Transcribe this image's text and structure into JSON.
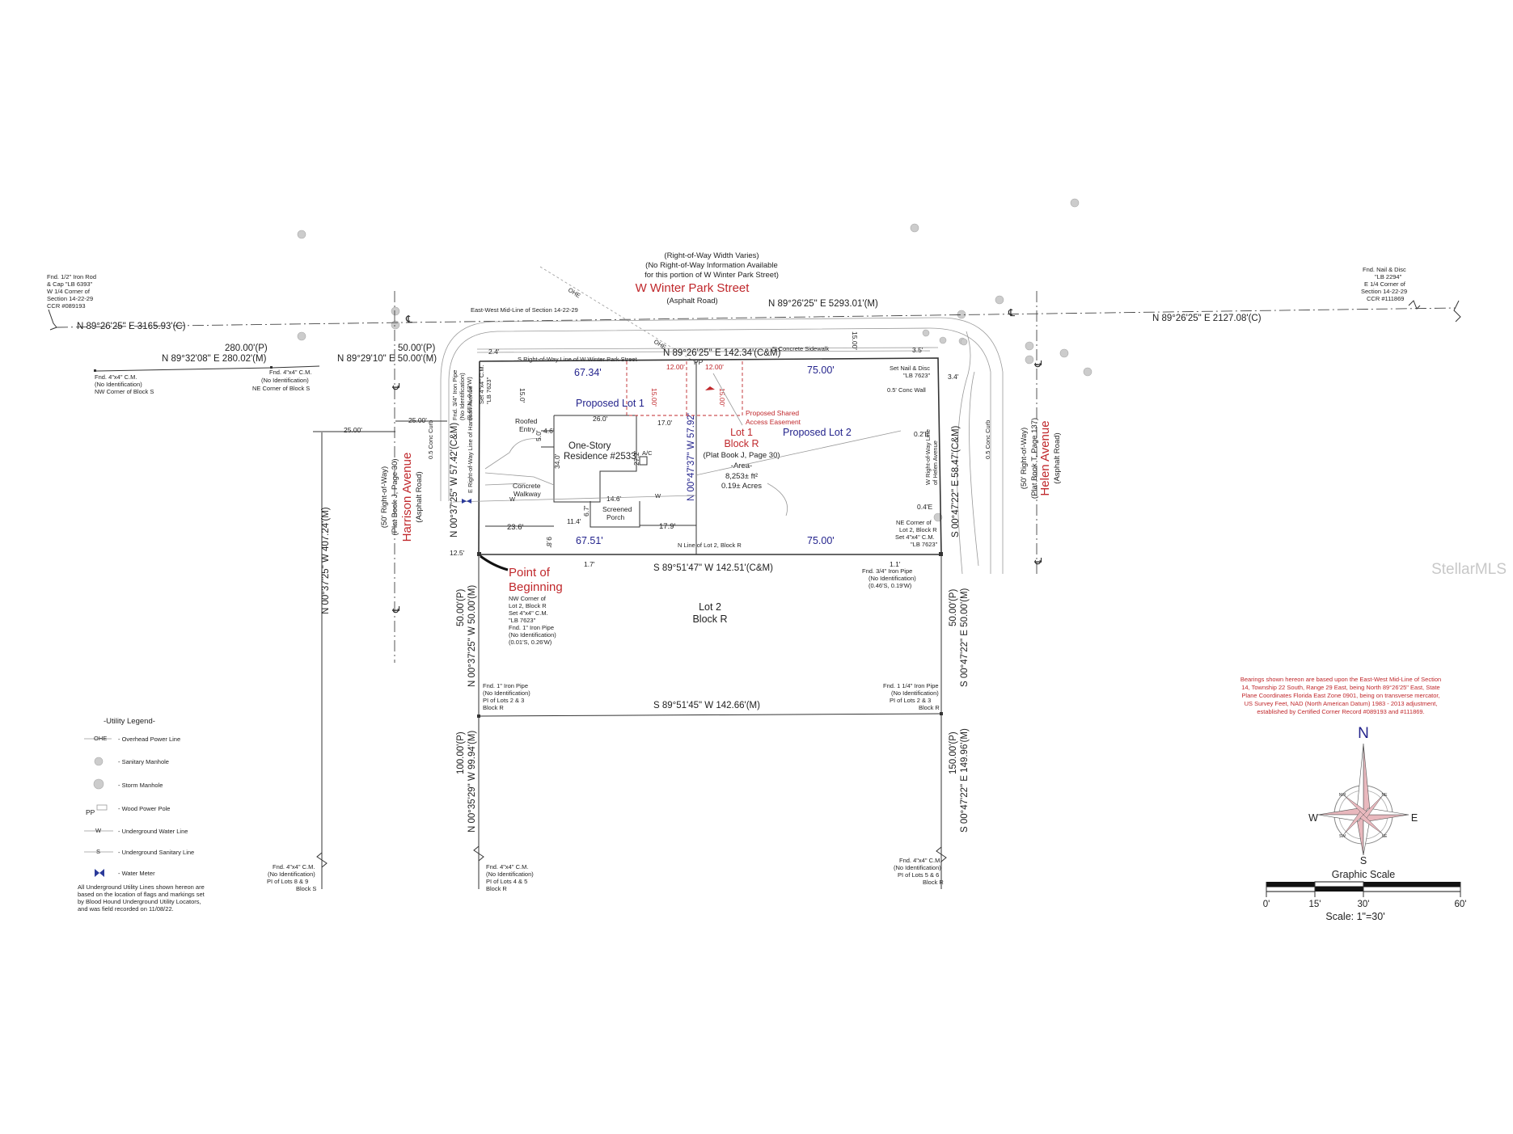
{
  "street_labels": {
    "row_width": "(Right-of-Way Width Varies)",
    "row_info1": "(No Right-of-Way Information Available",
    "row_info2": "for this portion of W Winter Park Street)",
    "winter_park": "W Winter Park Street",
    "asphalt": "(Asphalt Road)",
    "harrison": "Harrison Avenue",
    "harrison_row": "(50' Right-of-Way)",
    "harrison_plat": "(Plat Book J, Page 30)",
    "harrison_asphalt": "(Asphalt Road)",
    "helen": "Helen Avenue",
    "helen_row": "(50' Right-of-Way)",
    "helen_plat": "(Plat Book T, Page 137)",
    "helen_asphalt": "(Asphalt Road)"
  },
  "corners": {
    "w_quarter": [
      "Fnd. 1/2\" Iron Rod",
      "& Cap \"LB 6393\"",
      "W 1/4 Corner of",
      "Section 14-22-29",
      "CCR #089193"
    ],
    "e_quarter": [
      "Fnd. Nail & Disc",
      "\"LB 2294\"",
      "E 1/4 Corner of",
      "Section 14-22-29",
      "CCR #111869"
    ],
    "nw_block_s": [
      "Fnd. 4\"x4\" C.M.",
      "(No Identification)",
      "NW Corner of Block S"
    ],
    "ne_block_s": [
      "Fnd. 4\"x4\" C.M.",
      "(No Identification)",
      "NE Corner of Block S"
    ],
    "iron_pipe_34": [
      "Fnd. 3/4\" Iron Pipe",
      "(No Identification)",
      "(0.65'N, 0.62'W)"
    ],
    "set_cm": [
      "Set 4\"x4\" C.M.",
      "\"LB 7623\""
    ],
    "set_nail": [
      "Set Nail & Disc",
      "\"LB 7623\""
    ],
    "ne_lot2": [
      "NE Corner of",
      "Lot 2, Block R",
      "Set 4\"x4\" C.M.",
      "\"LB 7623\""
    ],
    "fnd_34_e": [
      "Fnd. 3/4\" Iron Pipe",
      "(No Identification)",
      "(0.46'S, 0.19'W)"
    ],
    "pob_label": [
      "Point of",
      "Beginning"
    ],
    "pob_desc": [
      "NW Corner of",
      "Lot 2, Block R",
      "Set 4\"x4\" C.M.",
      "\"LB 7623\"",
      "Fnd. 1\" Iron Pipe",
      "(No Identification)",
      "(0.01'S, 0.26'W)"
    ],
    "pi_23_w": [
      "Fnd. 1\" Iron Pipe",
      "(No Identification)",
      "PI of Lots 2 & 3",
      "Block R"
    ],
    "pi_23_e": [
      "Fnd. 1 1/4\" Iron Pipe",
      "(No Identification)",
      "PI of Lots 2 & 3",
      "Block R"
    ],
    "pi_89": [
      "Fnd. 4\"x4\" C.M.",
      "(No Identification)",
      "PI of Lots 8 & 9",
      "Block S"
    ],
    "pi_45": [
      "Fnd. 4\"x4\" C.M.",
      "(No Identification)",
      "PI of Lots 4 & 5",
      "Block R"
    ],
    "pi_56": [
      "Fnd. 4\"x4\" C.M.",
      "(No Identification)",
      "PI of Lots 5 & 6",
      "Block R"
    ]
  },
  "bearings": {
    "midline_w": "N 89°26'25\" E 3165.93'(C)",
    "midline_e_top": "N 89°26'25\" E 5293.01'(M)",
    "midline_e": "N 89°26'25\" E 2127.08'(C)",
    "block_s_p": "280.00'(P)",
    "block_s_m": "N 89°32'08\" E 280.02'(M)",
    "harrison_p": "50.00'(P)",
    "harrison_m": "N 89°29'10\" E 50.00'(M)",
    "north_line": "N 89°26'25\" E 142.34'(C&M)",
    "south_line": "S 89°51'47\" W 142.51'(C&M)",
    "west_line": "N 00°37'25\" W 57.42'(C&M)",
    "east_line": "S 00°47'22\" E 58.47'(C&M)",
    "mid_line": "N 00°47'37\" W 57.92'",
    "left_long": "N 00°37'25\" W 407.24'(M)",
    "lot2_w_p": "50.00'(P)",
    "lot2_w_m": "N 00°37'25\" W 50.00'(M)",
    "lot2_e_p": "50.00'(P)",
    "lot2_e_m": "S 00°47'22\" E 50.00'(M)",
    "lot3_s": "S 89°51'45\" W 142.66'(M)",
    "lower_w_p": "100.00'(P)",
    "lower_w_m": "N 00°35'29\" W 99.94'(M)",
    "lower_e_p": "150.00'(P)",
    "lower_e_m": "S 00°47'22\" E 149.96'(M)"
  },
  "dims": {
    "d25a": "25.00'",
    "d25b": "25.00'",
    "d24": "2.4'",
    "d15a": "15.00'",
    "d15b": "15.0'",
    "d35": "3.5'",
    "d34": "3.4'",
    "d6734": "67.34'",
    "d7500a": "75.00'",
    "d6751": "67.51'",
    "d7500b": "75.00'",
    "d1200a": "12.00'",
    "d1200b": "12.00'",
    "d1500a": "15.00'",
    "d1500b": "15.00'",
    "d260": "26.0'",
    "d170": "17.0'",
    "d340": "34.0'",
    "d46": "4.6'",
    "d50": "5.0'",
    "d272": "27.2'",
    "d146": "14.6'",
    "d67": "6.7'",
    "d114": "11.4'",
    "d236": "23.6'",
    "d98": "9.8'",
    "d179": "17.9'",
    "d125": "12.5'",
    "d17": "1.7'",
    "d11": "1.1'",
    "d02e": "0.2'E",
    "d04e": "0.4'E"
  },
  "features": {
    "sidewalk": "5' Concrete Sidewalk",
    "s_row": "S Right-of-Way Line of W Winter Park Street",
    "e_row_harrison": "E Right-of-Way Line of Harrison Avenue",
    "w_row_helen1": "W Right-of-Way Line",
    "w_row_helen2": "of Helen Avenue",
    "conc_curb_w": "0.5 Conc Curb",
    "conc_curb_e": "0.5 Conc Curb",
    "conc_wall": "0.5' Conc Wall",
    "pp": "PP",
    "proposed_lot1": "Proposed Lot 1",
    "proposed_lot2": "Proposed Lot 2",
    "easement1": "Proposed Shared",
    "easement2": "Access Easement",
    "roofed1": "Roofed",
    "roofed2": "Entry",
    "residence1": "One-Story",
    "residence2": "Residence #2533",
    "ac": "A/C",
    "walkway1": "Concrete",
    "walkway2": "Walkway",
    "porch1": "Screened",
    "porch2": "Porch",
    "lot1": "Lot 1",
    "blockr": "Block R",
    "plat": "(Plat Book J, Page 30)",
    "area_hdr": "-Area-",
    "area_sqft": "8,253± ft²",
    "area_ac": "0.19± Acres",
    "n_line_lot2": "N Line of Lot 2, Block R",
    "lot2": "Lot 2",
    "lot2_block": "Block R",
    "midline_label": "East-West Mid-Line of Section 14-22-29",
    "ohe": "OHE",
    "w": "W",
    "cl": "℄"
  },
  "legend": {
    "title": "-Utility Legend-",
    "items": [
      {
        "sym": "OHE",
        "label": "- Overhead Power Line"
      },
      {
        "sym": "",
        "label": "- Sanitary Manhole"
      },
      {
        "sym": "",
        "label": "- Storm Manhole"
      },
      {
        "sym": "PP",
        "label": "- Wood Power Pole"
      },
      {
        "sym": "W",
        "label": "- Underground Water Line"
      },
      {
        "sym": "S",
        "label": "- Underground Sanitary Line"
      },
      {
        "sym": "",
        "label": "- Water Meter"
      }
    ],
    "note": [
      "All Underground Utility Lines shown hereon are",
      "based on the location of flags and markings set",
      "by Blood Hound Underground Utility Locators,",
      "and was field recorded on 11/08/22."
    ]
  },
  "bearing_note": [
    "Bearings shown hereon are based upon the East-West Mid-Line of Section",
    "14, Township 22 South, Range 29 East, being North 89°26'25\" East, State",
    "Plane Coordinates Florida East Zone 0901, being on transverse mercator,",
    "US Survey Feet, NAD (North American Datum) 1983 - 2013 adjustment,",
    "established by Certified Corner Record #089193 and #111869."
  ],
  "compass": {
    "n": "N",
    "s": "S",
    "e": "E",
    "w": "W",
    "nw": "NW",
    "ne": "NE",
    "sw": "SW",
    "se": "SE"
  },
  "scale": {
    "title": "Graphic Scale",
    "t0": "0'",
    "t15": "15'",
    "t30": "30'",
    "t60": "60'",
    "ratio": "Scale: 1\"=30'"
  },
  "watermark": "StellarMLS",
  "colors": {
    "red": "#c0282c",
    "blue": "#23238c"
  }
}
